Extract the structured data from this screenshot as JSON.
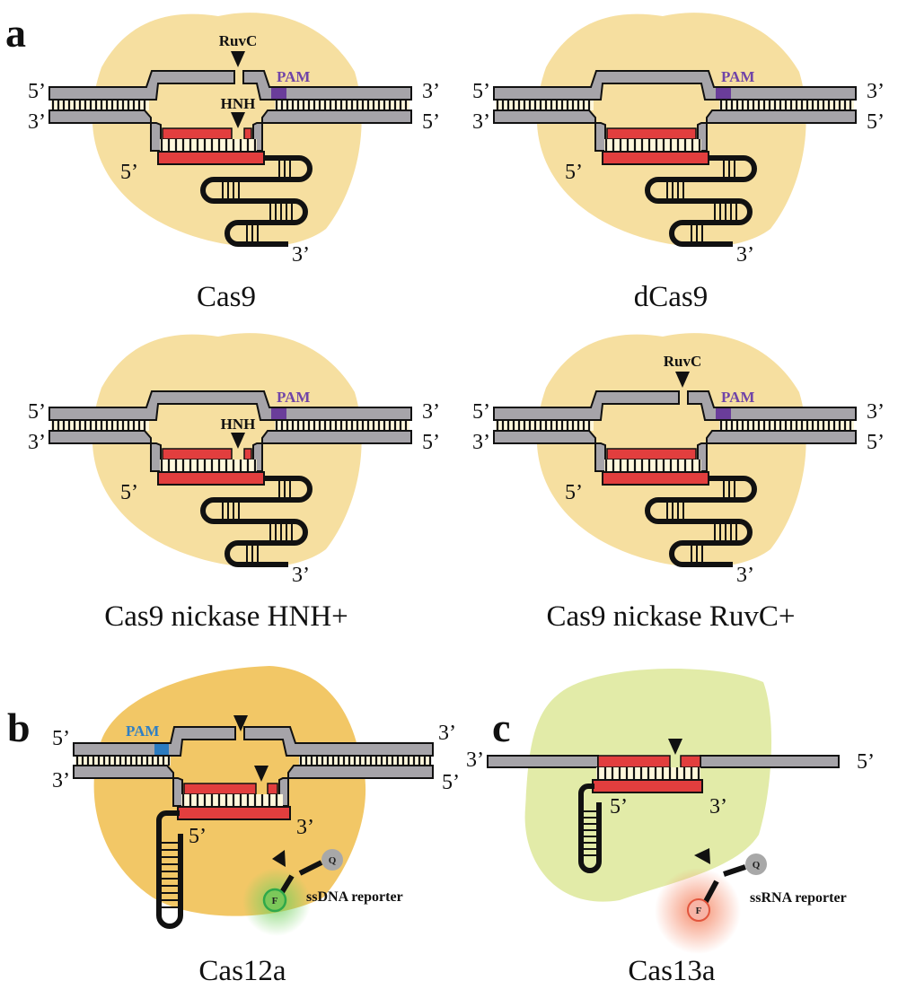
{
  "figure": {
    "panels": [
      {
        "id": "a",
        "letter": "a",
        "diagrams": [
          {
            "key": "cas9",
            "caption": "Cas9",
            "ruvc_label": "RuvC",
            "hnh_label": "HNH",
            "pam_label": "PAM",
            "ruvc_cut": true,
            "hnh_cut": true
          },
          {
            "key": "dcas9",
            "caption": "dCas9",
            "ruvc_label": "",
            "hnh_label": "",
            "pam_label": "PAM",
            "ruvc_cut": false,
            "hnh_cut": false
          },
          {
            "key": "nickase-hnh",
            "caption": "Cas9 nickase HNH+",
            "ruvc_label": "",
            "hnh_label": "HNH",
            "pam_label": "PAM",
            "ruvc_cut": false,
            "hnh_cut": true
          },
          {
            "key": "nickase-ruvc",
            "caption": "Cas9 nickase RuvC+",
            "ruvc_label": "RuvC",
            "hnh_label": "",
            "pam_label": "PAM",
            "ruvc_cut": true,
            "hnh_cut": false
          }
        ]
      },
      {
        "id": "b",
        "letter": "b",
        "caption": "Cas12a",
        "pam_label": "PAM",
        "reporter_label": "ssDNA reporter",
        "fluorophore": "F",
        "quencher": "Q"
      },
      {
        "id": "c",
        "letter": "c",
        "caption": "Cas13a",
        "reporter_label": "ssRNA reporter",
        "fluorophore": "F",
        "quencher": "Q"
      }
    ],
    "strand_ends": {
      "five": "5’",
      "three": "3’"
    },
    "colors": {
      "cas9_blob": "#f6dfa0",
      "cas12a_blob": "#f2c766",
      "cas13a_blob": "#e2eba8",
      "dna_strand": "#a6a4a9",
      "crrna": "#e23e3e",
      "pam_cas9": "#6a3d9a",
      "pam_cas12a": "#2b7bc0",
      "pam_label_cas9": "#7044a8",
      "pam_label_cas12a": "#2f7fc4",
      "fluor_green": "#7cc85a",
      "fluor_red": "#f7b4a6",
      "quencher": "#a8a8a8"
    }
  }
}
